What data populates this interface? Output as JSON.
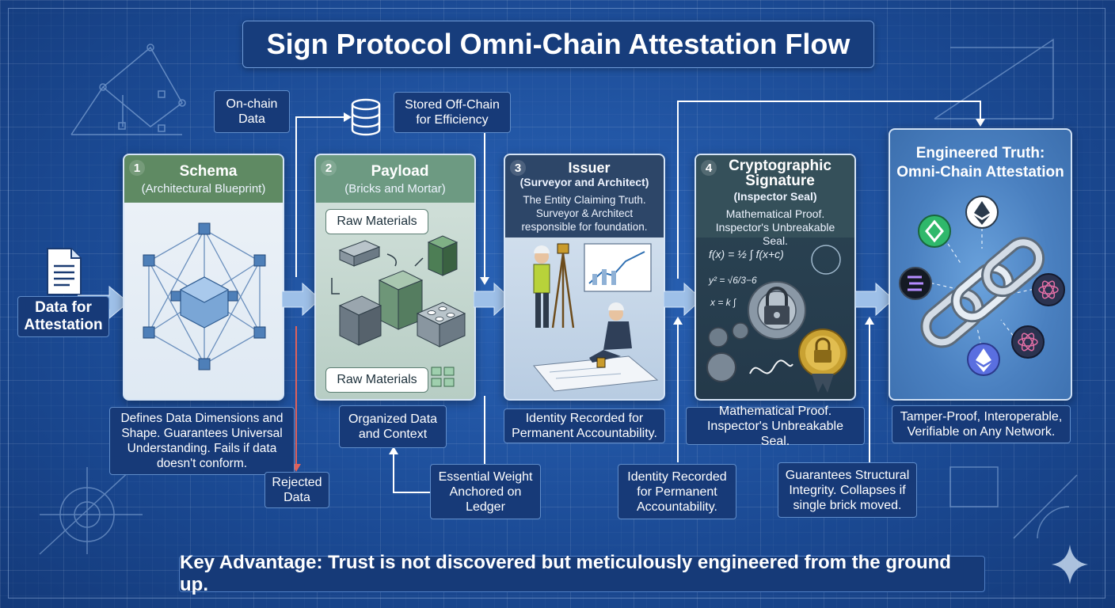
{
  "title": "Sign Protocol Omni-Chain Attestation Flow",
  "input_label": "Data for Attestation",
  "on_chain_label": "On-chain Data",
  "off_chain_label": "Stored Off-Chain for Efficiency",
  "steps": [
    {
      "number": "1",
      "title": "Schema",
      "subtitle": "(Architectural Blueprint)",
      "caption": "Defines Data Dimensions and Shape. Guarantees Universal Understanding. Fails if data doesn't conform."
    },
    {
      "number": "2",
      "title": "Payload",
      "subtitle": "(Bricks and Mortar)",
      "raw_materials_top": "Raw Materials",
      "raw_materials_bottom": "Raw Materials",
      "caption": "Organized Data and Context"
    },
    {
      "number": "3",
      "title": "Issuer",
      "subtitle": "(Surveyor and Architect)",
      "description": "The Entity Claiming Truth. Surveyor & Architect responsible for foundation.",
      "caption": "Identity Recorded for Permanent Accountability."
    },
    {
      "number": "4",
      "title": "Cryptographic Signature",
      "subtitle": "(Inspector Seal)",
      "description": "Mathematical Proof. Inspector's Unbreakable Seal.",
      "caption": "Mathematical Proof. Inspector's Unbreakable Seal."
    }
  ],
  "result": {
    "title": "Engineered Truth: Omni-Chain Attestation",
    "caption": "Tamper-Proof, Interoperable, Verifiable on Any Network."
  },
  "rejected_label": "Rejected Data",
  "weight_label": "Essential Weight Anchored on Ledger",
  "identity_label": "Identity Recorded for Permanent Accountability.",
  "integrity_label": "Guarantees Structural Integrity. Collapses if single brick moved.",
  "key_advantage": "Key Advantage: Trust is not discovered but meticulously engineered from the ground up.",
  "colors": {
    "background": "#1d4f9c",
    "schema_head": "#5f8a63",
    "payload_head": "#6d9a82",
    "issuer_head": "#2d4668",
    "signature_head": "#35505a",
    "result_card": "#4e86c7",
    "reject_arrow": "#e0615a"
  },
  "icons": [
    "document-icon",
    "database-icon",
    "ethereum-icon",
    "bnb-icon",
    "solana-icon",
    "atom-icon",
    "chain-icon",
    "lock-icon",
    "gear-icon",
    "seal-icon",
    "sparkle-icon"
  ]
}
